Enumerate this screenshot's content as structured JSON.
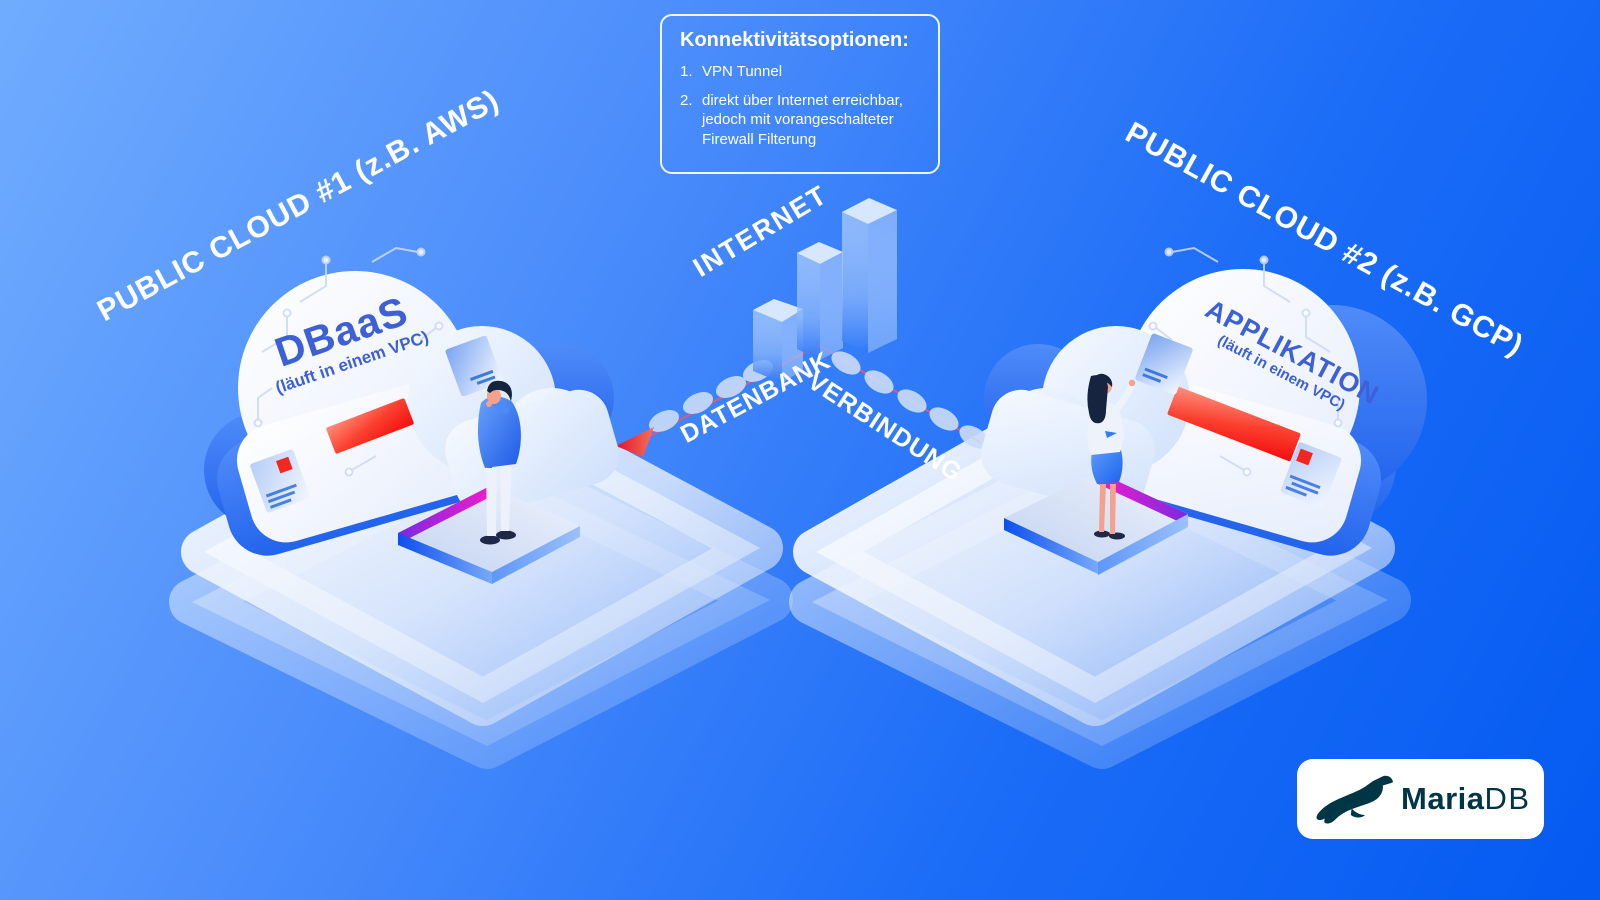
{
  "scene": {
    "background_top_left": "#6fabfe",
    "background_bottom_right": "#045af1"
  },
  "options_box": {
    "title": "Konnektivitätsoptionen:",
    "items": [
      {
        "num": "1.",
        "text": "VPN Tunnel"
      },
      {
        "num": "2.",
        "text": "direkt über Internet erreichbar, jedoch mit vorangeschalteter Firewall Filterung"
      }
    ]
  },
  "labels": {
    "cloud1_banner": "PUBLIC CLOUD #1 (z.B. AWS)",
    "cloud2_banner": "PUBLIC CLOUD #2 (z.B. GCP)",
    "internet": "INTERNET",
    "db_word1": "DATENBANK",
    "db_word2": "VERBINDUNG"
  },
  "cloud1": {
    "title": "DBaaS",
    "subtitle": "(läuft in einem VPC)"
  },
  "cloud2": {
    "title": "APPLIKATION",
    "subtitle": "(läuft in einem VPC)"
  },
  "logo": {
    "name_bold": "Maria",
    "name_regular": "DB"
  },
  "colors": {
    "accent_red": "#f31414",
    "accent_magenta": "#ee1ccc",
    "accent_purple": "#7a2ae2",
    "line_red": "#f2556e",
    "cloud_text_blue": "#3d60d6",
    "mariadb_dark": "#003545"
  }
}
